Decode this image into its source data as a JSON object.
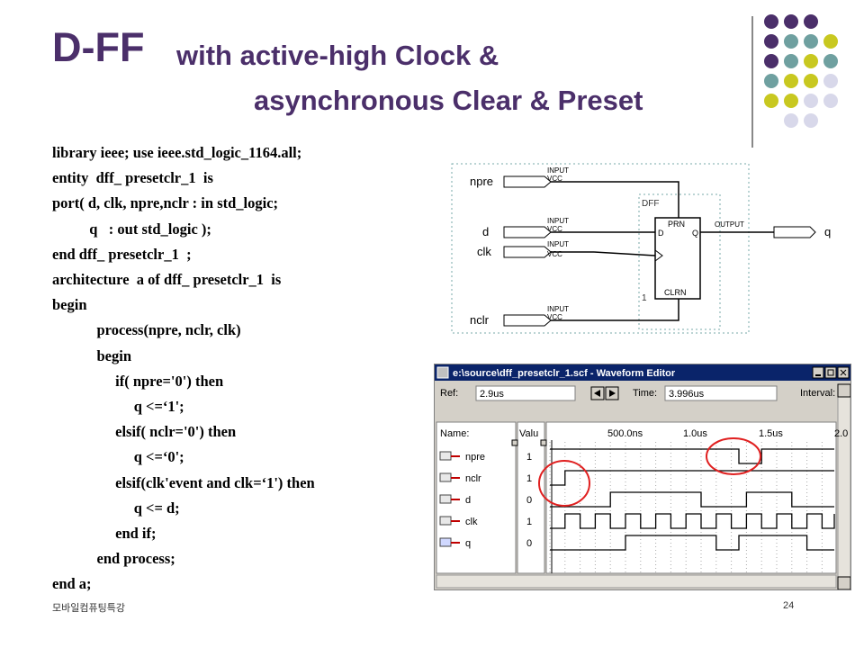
{
  "slide": {
    "title_main": "D-FF",
    "title_rest_line1": "with active-high Clock &",
    "title_rest_line2": "asynchronous Clear & Preset",
    "footer_left": "모바일컴퓨팅특강",
    "page_number": "24"
  },
  "code_lines": [
    "library ieee; use ieee.std_logic_1164.all;",
    "entity  dff_ presetclr_1  is",
    "port( d, clk, npre,nclr : in std_logic;",
    "          q   : out std_logic );",
    "end dff_ presetclr_1  ;",
    "architecture  a of dff_ presetclr_1  is",
    "begin",
    "            process(npre, nclr, clk)",
    "            begin",
    "                 if( npre='0') then",
    "                      q <=‘1';",
    "                 elsif( nclr='0') then",
    "                      q <=‘0';",
    "                 elsif(clk'event and clk=‘1') then",
    "                      q <= d;",
    "                 end if;",
    "            end process;",
    "end a;"
  ],
  "schematic": {
    "inputs": [
      {
        "name": "npre",
        "tag": "INPUT",
        "value": "VCC"
      },
      {
        "name": "d",
        "tag": "INPUT",
        "value": "VCC"
      },
      {
        "name": "clk",
        "tag": "INPUT",
        "value": "VCC"
      },
      {
        "name": "nclr",
        "tag": "INPUT",
        "value": "VCC"
      }
    ],
    "output_tag": "OUTPUT",
    "output_name": "q",
    "block_label": "DFF",
    "block_index": "1",
    "prn_label": "PRN",
    "clrn_label": "CLRN",
    "d_pin": "D",
    "q_pin": "Q"
  },
  "waveform_editor": {
    "window_title": "e:\\source\\dff_presetclr_1.scf - Waveform Editor",
    "ref_label": "Ref:",
    "ref_value": "2.9us",
    "time_label": "Time:",
    "time_value": "3.996us",
    "interval_label": "Interval:",
    "name_header": "Name:",
    "value_header": "Valu",
    "time_ticks": [
      "500.0ns",
      "1.0us",
      "1.5us",
      "2.0"
    ],
    "signals": [
      {
        "name": "npre",
        "value": "1",
        "kind": "input"
      },
      {
        "name": "nclr",
        "value": "1",
        "kind": "input"
      },
      {
        "name": "d",
        "value": "0",
        "kind": "input"
      },
      {
        "name": "clk",
        "value": "1",
        "kind": "input"
      },
      {
        "name": "q",
        "value": "0",
        "kind": "output"
      }
    ],
    "waveforms": {
      "npre": [
        [
          0,
          1
        ],
        [
          1.25,
          0
        ],
        [
          1.4,
          1
        ]
      ],
      "nclr": [
        [
          0,
          0
        ],
        [
          0.1,
          1
        ]
      ],
      "d": [
        [
          0,
          0
        ],
        [
          0.4,
          1
        ],
        [
          1.0,
          0
        ],
        [
          1.3,
          1
        ],
        [
          1.6,
          0
        ]
      ],
      "clk": [
        [
          0,
          0
        ],
        [
          0.1,
          1
        ],
        [
          0.2,
          0
        ],
        [
          0.3,
          1
        ],
        [
          0.4,
          0
        ],
        [
          0.5,
          1
        ],
        [
          0.6,
          0
        ],
        [
          0.7,
          1
        ],
        [
          0.8,
          0
        ],
        [
          0.9,
          1
        ],
        [
          1.0,
          0
        ],
        [
          1.1,
          1
        ],
        [
          1.2,
          0
        ],
        [
          1.3,
          1
        ],
        [
          1.4,
          0
        ],
        [
          1.5,
          1
        ],
        [
          1.6,
          0
        ],
        [
          1.7,
          1
        ],
        [
          1.8,
          0
        ],
        [
          1.9,
          1
        ],
        [
          2.0,
          0
        ]
      ],
      "q": [
        [
          0,
          0
        ],
        [
          0.5,
          1
        ],
        [
          1.1,
          0
        ],
        [
          1.25,
          1
        ],
        [
          1.5,
          1
        ],
        [
          1.7,
          0
        ]
      ]
    },
    "icons": {
      "input_marker": "input-pin-icon",
      "output_marker": "output-pin-icon",
      "minimize": "minimize-icon",
      "maximize": "maximize-icon",
      "close": "close-icon"
    },
    "colors": {
      "title_bar": "#0a246a",
      "signal_marker": "#c00000",
      "highlight_circle": "#e02020"
    }
  },
  "theme": {
    "title_color": "#4b2f6a",
    "dot_purple": "#4b2f6a",
    "dot_teal": "#6fa0a0",
    "dot_yellow": "#c8c820",
    "dot_lavender": "#d8d8ea"
  }
}
